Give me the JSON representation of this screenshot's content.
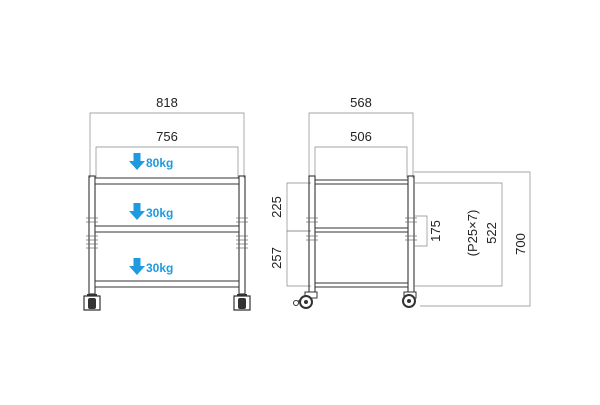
{
  "front_view": {
    "overall_width": "818",
    "inner_width": "756",
    "shelf_loads": [
      "80kg",
      "30kg",
      "30kg"
    ]
  },
  "side_view": {
    "overall_depth": "568",
    "inner_depth": "506",
    "upper_gap": "225",
    "lower_gap": "257",
    "mid_shelf_spacing": "175",
    "pitch_note": "(P25×7)",
    "pitch_height": "522",
    "total_height": "700"
  },
  "colors": {
    "load_arrow": "#1e9be0",
    "line": "#333333"
  },
  "icons": {
    "load_arrow": "down-arrow-icon",
    "caster": "caster-wheel-icon"
  }
}
